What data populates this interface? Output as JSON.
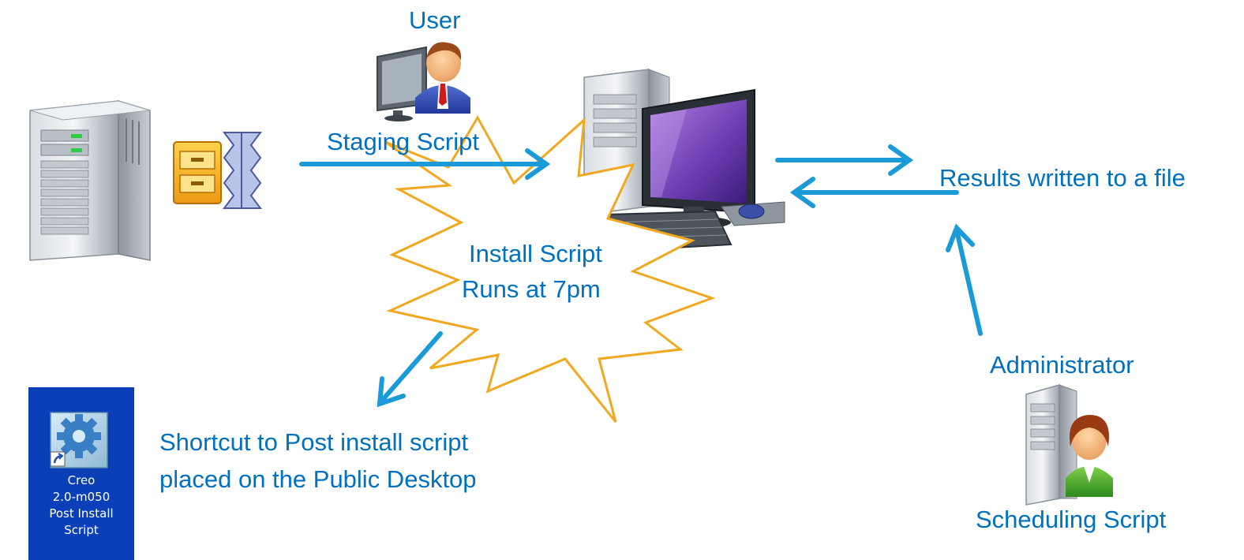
{
  "labels": {
    "user": "User",
    "staging_script": "Staging Script",
    "install_script_line1": "Install Script",
    "install_script_line2": "Runs at 7pm",
    "results": "Results written to a file",
    "administrator": "Administrator",
    "scheduling_script": "Scheduling Script",
    "shortcut_line1": "Shortcut to Post install script",
    "shortcut_line2": "placed on the Public Desktop"
  },
  "desktop_shortcut": {
    "lines": [
      "Creo",
      "2.0-m050",
      "Post Install",
      "Script"
    ]
  },
  "colors": {
    "text": "#0070c0",
    "arrow": "#1a9ad6",
    "starburst": "#f0a820",
    "desktop": "#0a3fb7"
  },
  "icons": [
    "server-icon",
    "archive-zip-icon",
    "user-at-monitor-icon",
    "desktop-computer-icon",
    "administrator-server-icon",
    "gear-shortcut-icon"
  ]
}
